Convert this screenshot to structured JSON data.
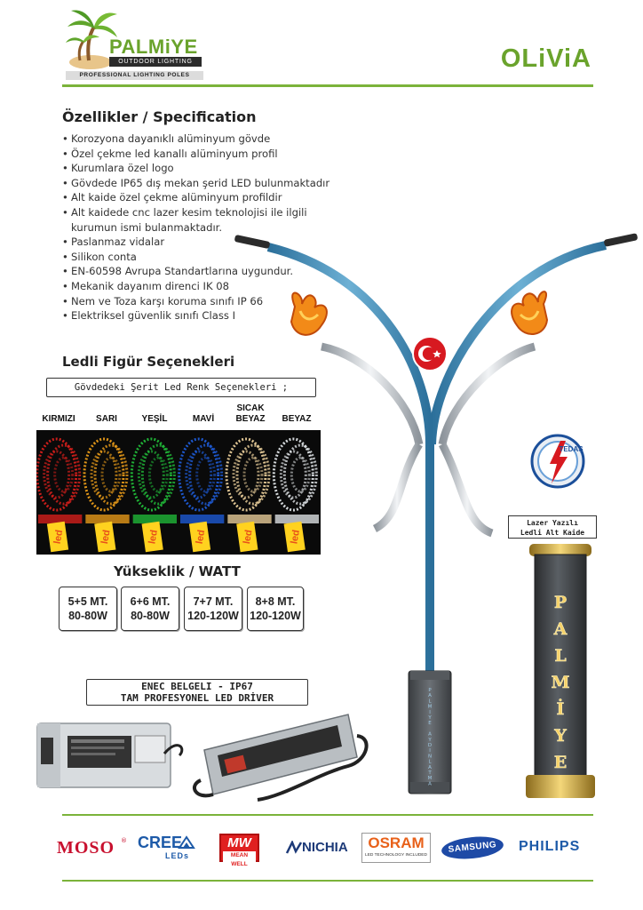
{
  "header": {
    "brand_name": "PALMiYE",
    "brand_sub": "OUTDOOR LIGHTING",
    "brand_tag": "PROFESSIONAL LIGHTING POLES",
    "product_name": "OLiViA",
    "accent_color": "#6aa32c"
  },
  "specs": {
    "title": "Özellikler / Specification",
    "items": [
      "Korozyona dayanıklı alüminyum gövde",
      "Özel çekme led kanallı alüminyum profil",
      "Kurumlara özel logo",
      "Gövdede IP65 dış mekan şerid LED bulunmaktadır",
      "Alt kaide özel çekme alüminyum profildir",
      "Alt kaidede cnc lazer kesim teknolojisi ile ilgili kurumun ismi bulanmaktadır.",
      "Paslanmaz vidalar",
      "Silikon conta",
      "EN-60598 Avrupa Standartlarına uygundur.",
      "Mekanik dayanım direnci IK 08",
      "Nem ve Toza karşı koruma sınıfı IP 66",
      "Elektriksel güvenlik sınıfı Class I"
    ]
  },
  "led_options": {
    "title": "Ledli Figür Seçenekleri",
    "strip_box": "Gövdedeki Şerit Led Renk Seçenekleri ;",
    "colors": [
      {
        "label": "KIRMIZI",
        "hex": "#e0201c"
      },
      {
        "label": "SARI",
        "hex": "#f3a21a"
      },
      {
        "label": "YEŞİL",
        "hex": "#21c23b"
      },
      {
        "label": "MAVİ",
        "hex": "#1f5fe0"
      },
      {
        "label": "SICAK BEYAZ",
        "hex": "#f4d7a1"
      },
      {
        "label": "BEYAZ",
        "hex": "#e8ecef"
      }
    ],
    "led_word": "led"
  },
  "watt": {
    "title": "Yükseklik / WATT",
    "options": [
      {
        "height": "5+5 MT.",
        "watt": "80-80W"
      },
      {
        "height": "6+6 MT.",
        "watt": "80-80W"
      },
      {
        "height": "7+7 MT.",
        "watt": "120-120W"
      },
      {
        "height": "8+8 MT.",
        "watt": "120-120W"
      }
    ]
  },
  "driver": {
    "line1": "ENEC BELGELI - IP67",
    "line2": "TAM PROFESYONEL LED DRİVER"
  },
  "pole": {
    "body_text": "PALMIYE AYDINLATMA",
    "tedas": "TEDAŞ",
    "base_label_1": "Lazer Yazılı",
    "base_label_2": "Ledli Alt Kaide",
    "base_text": "PALMİYE"
  },
  "brands": [
    "MOSO",
    "CREE",
    "LEDs",
    "MW",
    "MEAN WELL",
    "NICHIA",
    "OSRAM",
    "LED TECHNOLOGY INCLUDED",
    "SAMSUNG",
    "PHILIPS"
  ]
}
